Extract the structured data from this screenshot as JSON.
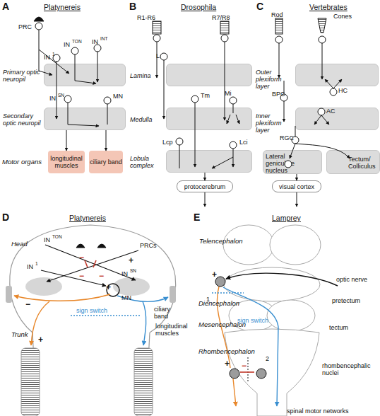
{
  "diagram": {
    "nodes": [
      {
        "text": [
          "Primary optic neuropil"
        ]
      },
      {
        "text": [
          "Secondary optic neuropil"
        ]
      },
      {
        "text": [
          "longitudinal muscles"
        ]
      },
      {
        "text": [
          "ciliary band"
        ]
      },
      {
        "text": [
          "Lamina"
        ]
      },
      {
        "text": [
          "Medulla"
        ]
      },
      {
        "text": [
          "Lobula complex"
        ]
      },
      {
        "text": [
          "protocerebrum"
        ]
      },
      {
        "text": [
          "Outer plexiform layer"
        ]
      },
      {
        "text": [
          "Inner plexiform layer"
        ]
      },
      {
        "text": [
          "Lateral geniculate nucleus"
        ]
      },
      {
        "text": [
          "Tectum/ Colliculus"
        ]
      },
      {
        "text": [
          "visual cortex"
        ]
      }
    ],
    "edges": [
      {
        "from": 1,
        "to": 2,
        "arrow": "to"
      },
      {
        "from": 1,
        "to": 3,
        "arrow": "to"
      },
      {
        "from": 6,
        "to": 7,
        "arrow": "to"
      },
      {
        "from": 10,
        "to": 12,
        "arrow": "to"
      }
    ],
    "labels": [
      "A",
      "Platynereis",
      "B",
      "Drosophila",
      "C",
      "Vertebrates",
      "PRC",
      "IN",
      "1",
      "IN",
      "TON",
      "IN",
      "INT",
      "IN",
      "SN",
      "MN",
      "Motor organs",
      "R1-R6",
      "R7/R8",
      "L",
      "Tm",
      "Mi",
      "Lcp",
      "Lci",
      "Rod",
      "Cones",
      "HC",
      "BPC",
      "AC",
      "RGC",
      "D",
      "Platynereis",
      "E",
      "Lamprey",
      "Head",
      "IN",
      "TON",
      "PRCs",
      "IN",
      "1",
      "IN",
      "SN",
      "MN",
      "ciliary band",
      "sign switch",
      "Trunk",
      "longitudinal muscles",
      "−",
      "+",
      "−",
      "−",
      "+",
      "−",
      "+",
      "Telencephalon",
      "Diencephalon",
      "Mesencephalon",
      "Rhombencephalon",
      "optic nerve",
      "pretectum",
      "tectum",
      "sign switch",
      "rhombencephalic nuclei",
      "spinal motor networks",
      "+",
      "1",
      "2",
      "+",
      "−"
    ]
  }
}
